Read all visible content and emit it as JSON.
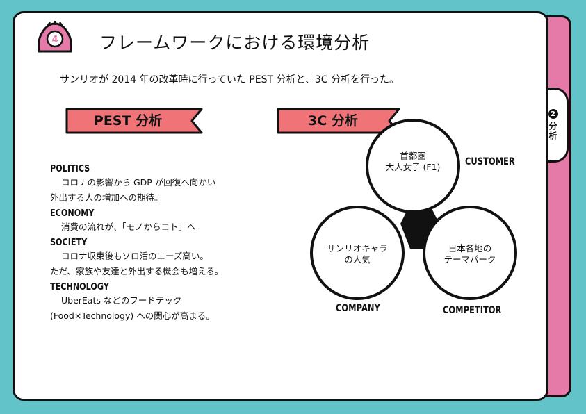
{
  "header": {
    "badge_number": "4",
    "title": "フレームワークにおける環境分析"
  },
  "side_tab": {
    "number": "2",
    "label": "分析"
  },
  "intro": "サンリオが 2014 年の改革時に行っていた PEST 分析と、3C 分析を行った。",
  "pest": {
    "banner": "PEST 分析",
    "items": [
      {
        "heading": "POLITICS",
        "lines": [
          "コロナの影響から GDP が回復へ向かい",
          "外出する人の増加への期待。"
        ]
      },
      {
        "heading": "ECONOMY",
        "lines": [
          "消費の流れが、「モノからコト」へ"
        ]
      },
      {
        "heading": "SOCIETY",
        "lines": [
          "コロナ収束後もソロ活のニーズ高い。",
          "ただ、家族や友達と外出する機会も増える。"
        ]
      },
      {
        "heading": "TECHNOLOGY",
        "lines": [
          "UberEats などのフードテック",
          "(Food×Technology) への関心が高まる。"
        ]
      }
    ]
  },
  "three_c": {
    "banner": "3C 分析",
    "customer": {
      "label": "CUSTOMER",
      "line1": "首都圏",
      "line2": "大人女子 (F1)"
    },
    "company": {
      "label": "COMPANY",
      "line1": "サンリオキャラ",
      "line2": "の人気"
    },
    "competitor": {
      "label": "COMPETITOR",
      "line1": "日本各地の",
      "line2": "テーマパーク"
    }
  },
  "colors": {
    "background": "#62c4c9",
    "pink_tab": "#e57aa9",
    "banner": "#f07378",
    "badge": "#e57aa9"
  }
}
